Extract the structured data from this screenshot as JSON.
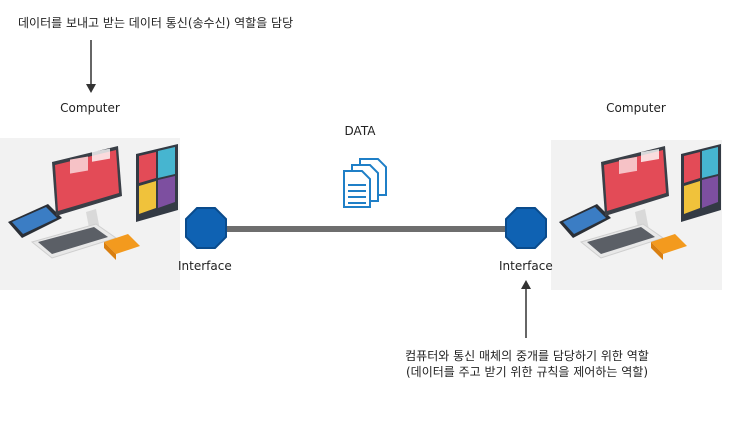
{
  "top_note": "데이터를 보내고 받는 데이터 통신(송수신) 역할을 담당",
  "left": {
    "title": "Computer",
    "interface_label": "Interface"
  },
  "right": {
    "title": "Computer",
    "interface_label": "Interface"
  },
  "data_label": "DATA",
  "bottom_note": {
    "line1": "컴퓨터와 통신 매체의 중개를 담당하기 위한 역할",
    "line2": "(데이터를 주고 받기 위한 규칙을 제어하는 역할)"
  },
  "colors": {
    "interface_blue": "#0f62b3",
    "link_gray": "#6e6e6e",
    "panel_bg": "#f2f2f2",
    "doc_blue": "#1f7fc7"
  },
  "icons": [
    "computer-illustration",
    "octagon-icon",
    "documents-icon",
    "arrow-down-icon",
    "arrow-up-icon"
  ]
}
